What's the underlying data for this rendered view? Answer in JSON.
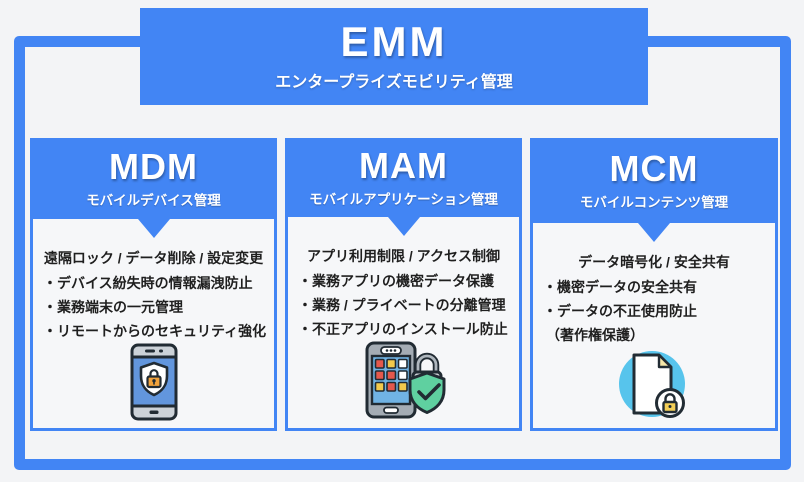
{
  "colors": {
    "accent_blue": "#4285f4",
    "background": "#f3f4f6",
    "text_dark": "#1f1f1f",
    "icon_outline": "#212b33",
    "icon_screen_blue": "#6aa9e0",
    "icon_lock_orange": "#f2a33c",
    "icon_shield_green": "#5fd0a0",
    "icon_circle_blue": "#57c4ec"
  },
  "header": {
    "title": "EMM",
    "subtitle": "エンタープライズモビリティ管理"
  },
  "columns": [
    {
      "title": "MDM",
      "subtitle": "モバイルデバイス管理",
      "headline": "遠隔ロック / データ削除 / 設定変更",
      "bullets": [
        "・デバイス紛失時の情報漏洩防止",
        "・業務端末の一元管理",
        "・リモートからのセキュリティ強化"
      ],
      "icon": "smartphone-shield-lock-icon"
    },
    {
      "title": "MAM",
      "subtitle": "モバイルアプリケーション管理",
      "headline": "アプリ利用制限 / アクセス制御",
      "bullets": [
        "・業務アプリの機密データ保護",
        "・業務 / プライベートの分離管理",
        "・不正アプリのインストール防止"
      ],
      "icon": "smartphone-apps-shield-check-icon"
    },
    {
      "title": "MCM",
      "subtitle": "モバイルコンテンツ管理",
      "headline": "データ暗号化 / 安全共有",
      "bullets": [
        "・機密データの安全共有",
        "・データの不正使用防止"
      ],
      "note": "（著作権保護）",
      "icon": "document-lock-icon"
    }
  ]
}
